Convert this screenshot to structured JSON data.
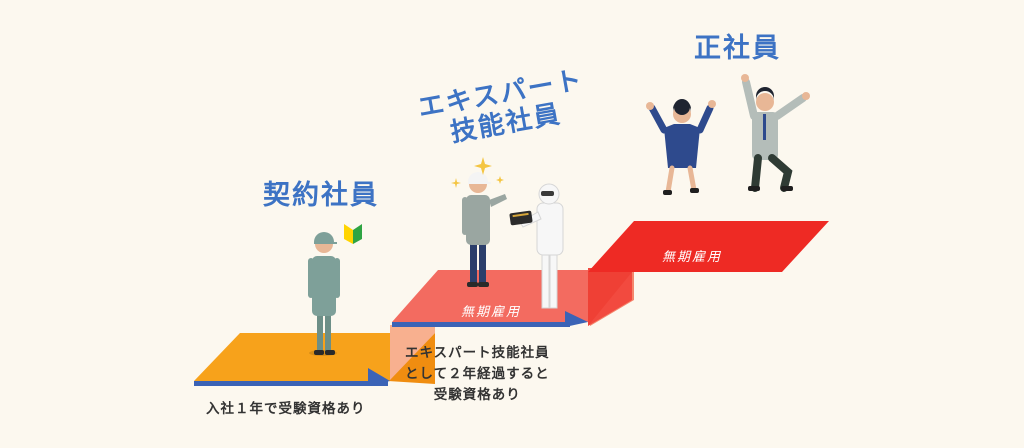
{
  "stages": [
    {
      "title": "契約社員"
    },
    {
      "title": "エキスパート\n技能社員",
      "step_label": "無期雇用"
    },
    {
      "title": "正社員",
      "step_label": "無期雇用"
    }
  ],
  "conditions": [
    "入社１年で受験資格あり",
    "エキスパート技能社員\nとして２年経過すると\n受験資格あり"
  ],
  "colors": {
    "title": "#3d73c4",
    "step1": "#f7a21b",
    "step2": "#f36b60",
    "step3": "#ee2a24",
    "edge": "#3b63b6",
    "background": "#fcf8ef"
  },
  "icons": [
    "beginner-mark-icon",
    "sparkle-icon",
    "certificate-icon"
  ]
}
